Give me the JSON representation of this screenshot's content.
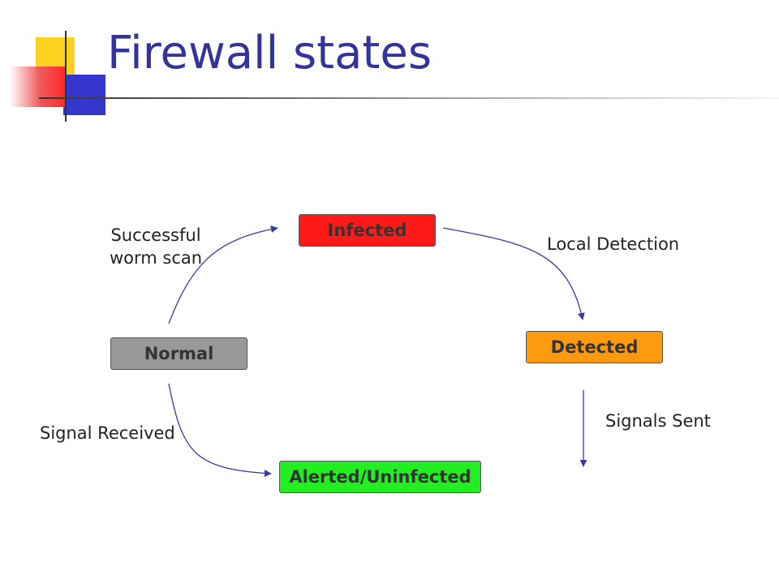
{
  "slide": {
    "title": "Firewall states"
  },
  "states": {
    "infected": "Infected",
    "detected": "Detected",
    "normal": "Normal",
    "alerted": "Alerted/Uninfected"
  },
  "transitions": {
    "successful_worm_scan": "Successful worm scan",
    "local_detection": "Local Detection",
    "signals_sent": "Signals Sent",
    "signal_received": "Signal Received"
  },
  "colors": {
    "title": "#33339b",
    "infected": "#ff1a1a",
    "detected": "#ff9a10",
    "normal": "#999999",
    "alerted": "#22ee22",
    "arrow": "#3a3aa0"
  }
}
